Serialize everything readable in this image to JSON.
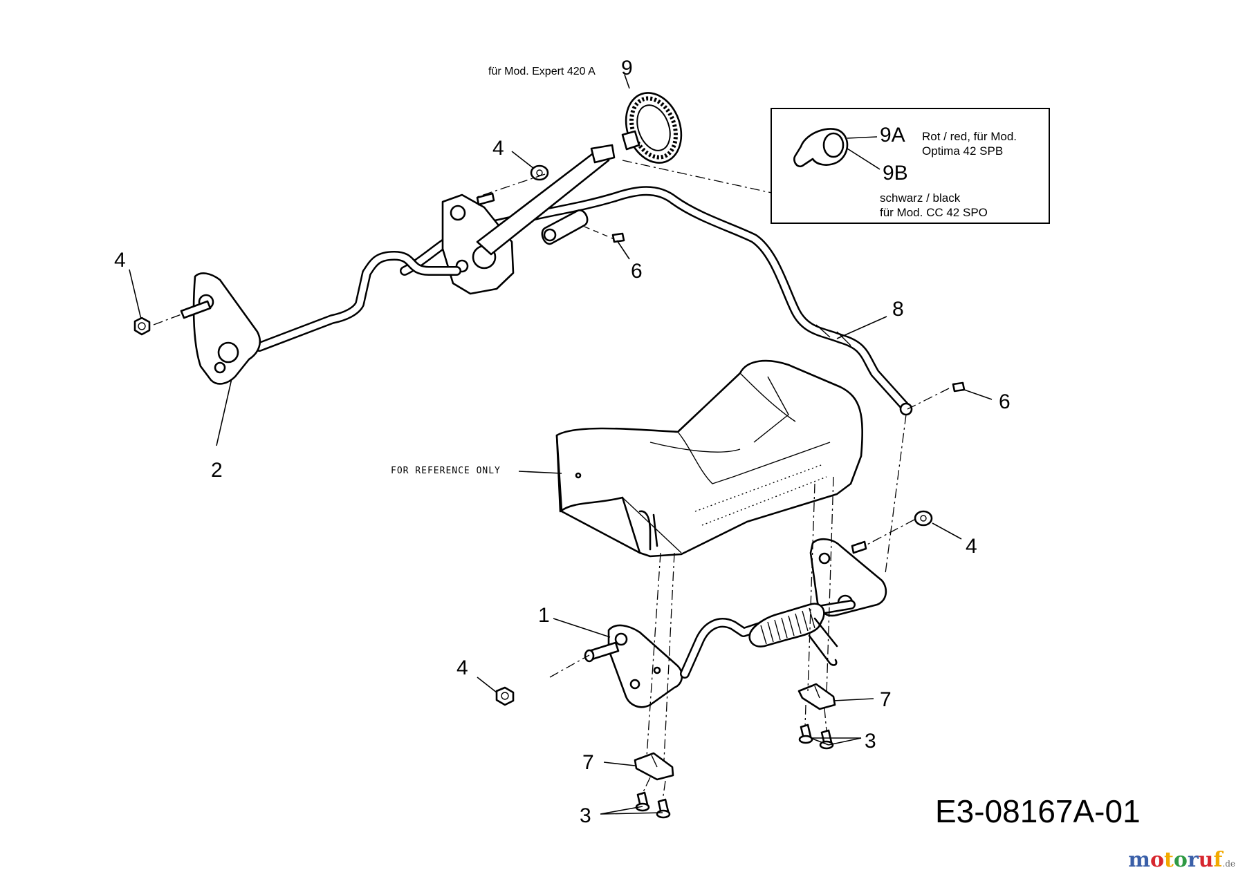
{
  "diagram": {
    "drawing_id": "E3-08167A-01",
    "reference_note": "FOR REFERENCE ONLY",
    "model_note": "für Mod. Expert 420 A",
    "callouts": {
      "c1": "1",
      "c2": "2",
      "c3a": "3",
      "c3b": "3",
      "c4a": "4",
      "c4b": "4",
      "c4c": "4",
      "c4d": "4",
      "c6a": "6",
      "c6b": "6",
      "c7a": "7",
      "c7b": "7",
      "c8": "8",
      "c9": "9"
    },
    "inset": {
      "label_9a": "9A",
      "label_9b": "9B",
      "note_9a_line1": "Rot / red,  für Mod.",
      "note_9a_line2": "Optima 42 SPB",
      "note_9b_line1": "schwarz / black",
      "note_9b_line2": "für Mod. CC 42 SPO"
    }
  },
  "logo": {
    "letters": [
      "m",
      "o",
      "t",
      "o",
      "r",
      "u",
      "f"
    ],
    "letter_colors": [
      "#3a5fa8",
      "#d7262e",
      "#f2a900",
      "#2e9a44",
      "#3a5fa8",
      "#d7262e",
      "#f2a900"
    ],
    "suffix": ".de"
  }
}
